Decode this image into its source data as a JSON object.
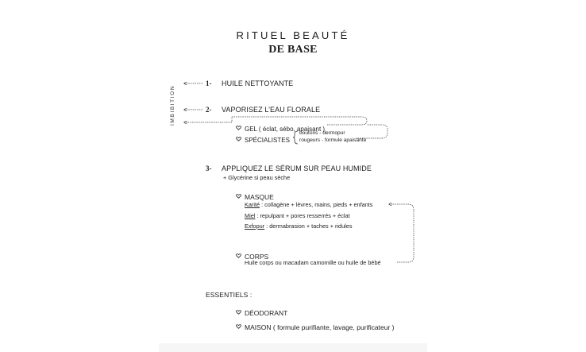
{
  "header": {
    "line1": "RITUEL BEAUTÉ",
    "line2": "DE BASE"
  },
  "sidebar_label": "IMBIBITION",
  "step1": {
    "number": "1-",
    "title": "HUILE NETTOYANTE"
  },
  "step2": {
    "number": "2-",
    "title": "VAPORISEZ L’EAU FLORALE",
    "gel": "GEL ( éclat, sébo, apaisant )",
    "specialistes": "SPÉCIALISTES",
    "spec_line1": "boutons - dermopur",
    "spec_line2": "rougeurs - formule apaisante"
  },
  "step3": {
    "number": "3-",
    "title": "APPLIQUEZ LE SÉRUM SUR PEAU HUMIDE",
    "subtitle": "+ Glycérine si peau sèche",
    "masque_label": "MASQUE",
    "masque_items": [
      {
        "name": "Karité",
        "text": " : collagène +  lèvres, mains, pieds  + enfants"
      },
      {
        "name": "Miel",
        "text": " : repulpant + pores resserrés + éclat"
      },
      {
        "name": "Exfopur",
        "text": " : dermabrasion + taches + ridules"
      }
    ],
    "corps_label": "CORPS",
    "corps_text": "Huile corps ou macadam camomille ou huile de bébé"
  },
  "essentiels": {
    "title": "ESSENTIELS :",
    "item1": "DÉODORANT",
    "item2": "MAISON ( formule purifiante, lavage, purificateur )"
  },
  "colors": {
    "text": "#1c1c1c",
    "background": "#ffffff"
  }
}
